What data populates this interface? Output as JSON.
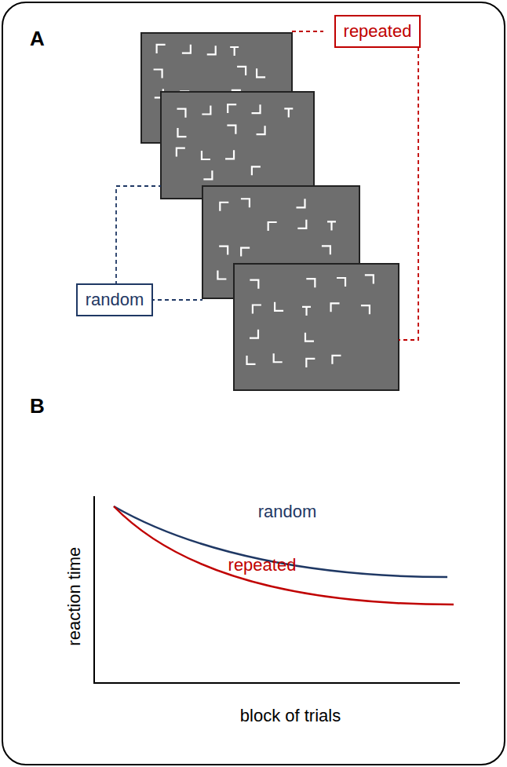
{
  "diagram": {
    "nodes": [
      {
        "text": [
          "repeated"
        ]
      },
      {
        "text": [
          "random"
        ]
      }
    ],
    "labels": [
      "A",
      "B",
      "random",
      "repeated",
      "reaction time",
      "block of trials"
    ]
  }
}
